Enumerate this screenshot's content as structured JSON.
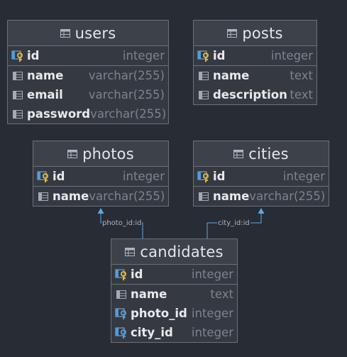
{
  "tables": {
    "users": {
      "name": "users",
      "columns": [
        {
          "name": "id",
          "type": "integer",
          "icon": "primary-key-icon"
        },
        {
          "name": "name",
          "type": "varchar(255)",
          "icon": "column-icon"
        },
        {
          "name": "email",
          "type": "varchar(255)",
          "icon": "column-icon"
        },
        {
          "name": "password",
          "type": "varchar(255)",
          "icon": "column-icon"
        }
      ]
    },
    "posts": {
      "name": "posts",
      "columns": [
        {
          "name": "id",
          "type": "integer",
          "icon": "primary-key-icon"
        },
        {
          "name": "name",
          "type": "text",
          "icon": "column-icon"
        },
        {
          "name": "description",
          "type": "text",
          "icon": "column-icon"
        }
      ]
    },
    "photos": {
      "name": "photos",
      "columns": [
        {
          "name": "id",
          "type": "integer",
          "icon": "primary-key-icon"
        },
        {
          "name": "name",
          "type": "varchar(255)",
          "icon": "column-icon"
        }
      ]
    },
    "cities": {
      "name": "cities",
      "columns": [
        {
          "name": "id",
          "type": "integer",
          "icon": "primary-key-icon"
        },
        {
          "name": "name",
          "type": "varchar(255)",
          "icon": "column-icon"
        }
      ]
    },
    "candidates": {
      "name": "candidates",
      "columns": [
        {
          "name": "id",
          "type": "integer",
          "icon": "primary-key-icon"
        },
        {
          "name": "name",
          "type": "text",
          "icon": "column-icon"
        },
        {
          "name": "photo_id",
          "type": "integer",
          "icon": "foreign-key-icon"
        },
        {
          "name": "city_id",
          "type": "integer",
          "icon": "foreign-key-icon"
        }
      ]
    }
  },
  "relations": [
    {
      "from": "candidates.photo_id",
      "to": "photos.id",
      "label": "photo_id:id"
    },
    {
      "from": "candidates.city_id",
      "to": "cities.id",
      "label": "city_id:id"
    }
  ],
  "colors": {
    "background": "#282c34",
    "table_fill": "#353a42",
    "border": "#6b7079",
    "edge": "#5aa9e6",
    "key_gold": "#e0b33a",
    "key_blue": "#4f9be0"
  }
}
